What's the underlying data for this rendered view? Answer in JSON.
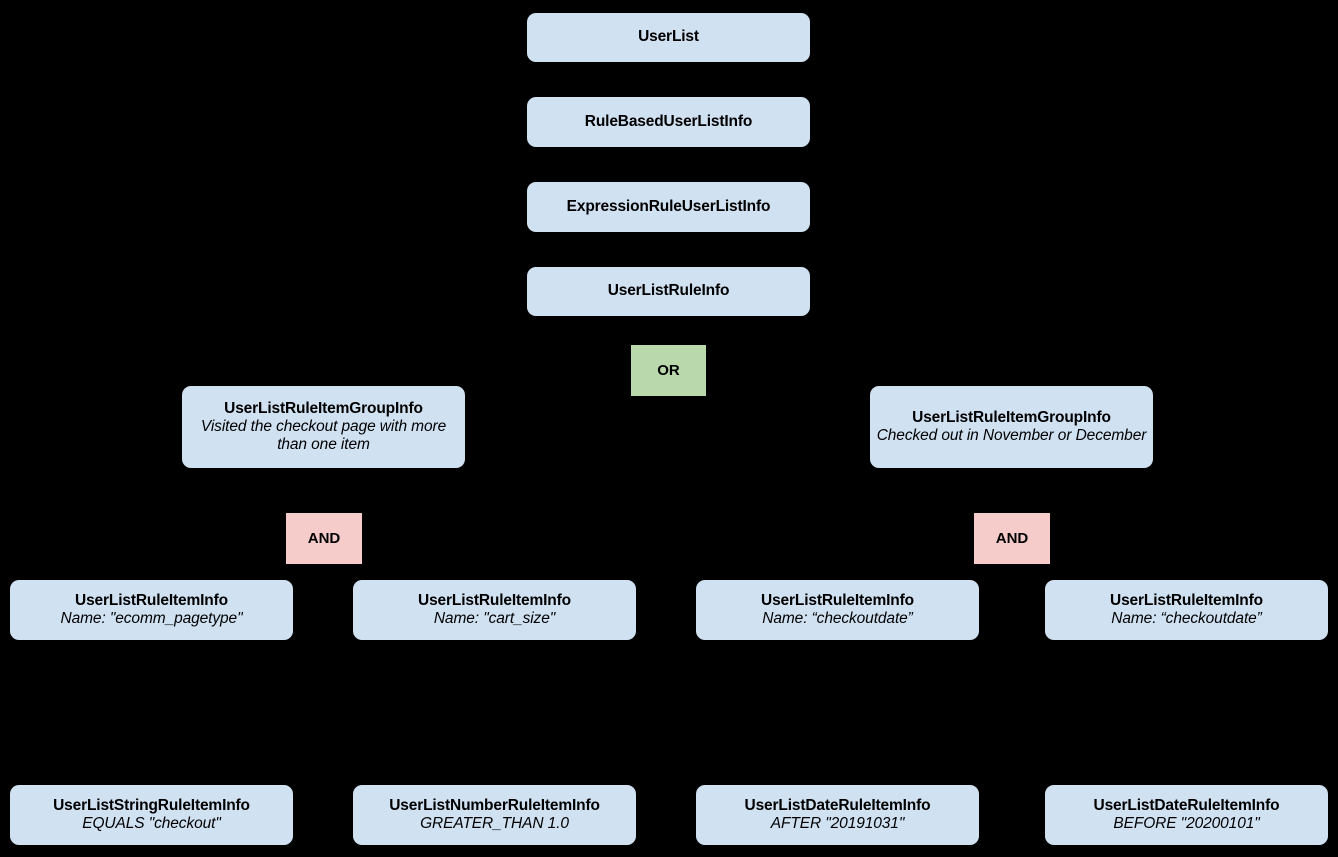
{
  "diagram": {
    "type": "hierarchy-tree",
    "background_color": "#000000",
    "node_fill": "#d0e1f2",
    "or_fill": "#b9d8ac",
    "and_fill": "#f5ccca",
    "text_color": "#000000",
    "edge_color": "#000000"
  },
  "nodes": {
    "user_list": {
      "title": "UserList"
    },
    "rule_based_user_list_info": {
      "title": "RuleBasedUserListInfo"
    },
    "expression_rule_user_list_info": {
      "title": "ExpressionRuleUserListInfo"
    },
    "user_list_rule_info": {
      "title": "UserListRuleInfo"
    },
    "or_operator": {
      "label": "OR"
    },
    "group_left": {
      "title": "UserListRuleItemGroupInfo",
      "subtitle": "Visited the checkout page with more than one item"
    },
    "group_right": {
      "title": "UserListRuleItemGroupInfo",
      "subtitle": "Checked out in November or December"
    },
    "and_left": {
      "label": "AND"
    },
    "and_right": {
      "label": "AND"
    },
    "item_1": {
      "title": "UserListRuleItemInfo",
      "subtitle": "Name: \"ecomm_pagetype\""
    },
    "item_2": {
      "title": "UserListRuleItemInfo",
      "subtitle": "Name: \"cart_size\""
    },
    "item_3": {
      "title": "UserListRuleItemInfo",
      "subtitle": "Name: “checkoutdate”"
    },
    "item_4": {
      "title": "UserListRuleItemInfo",
      "subtitle": "Name: “checkoutdate”"
    },
    "leaf_1": {
      "title": "UserListStringRuleItemInfo",
      "subtitle": "EQUALS \"checkout\""
    },
    "leaf_2": {
      "title": "UserListNumberRuleItemInfo",
      "subtitle": "GREATER_THAN 1.0"
    },
    "leaf_3": {
      "title": "UserListDateRuleItemInfo",
      "subtitle": "AFTER \"20191031\""
    },
    "leaf_4": {
      "title": "UserListDateRuleItemInfo",
      "subtitle": "BEFORE \"20200101\""
    }
  }
}
